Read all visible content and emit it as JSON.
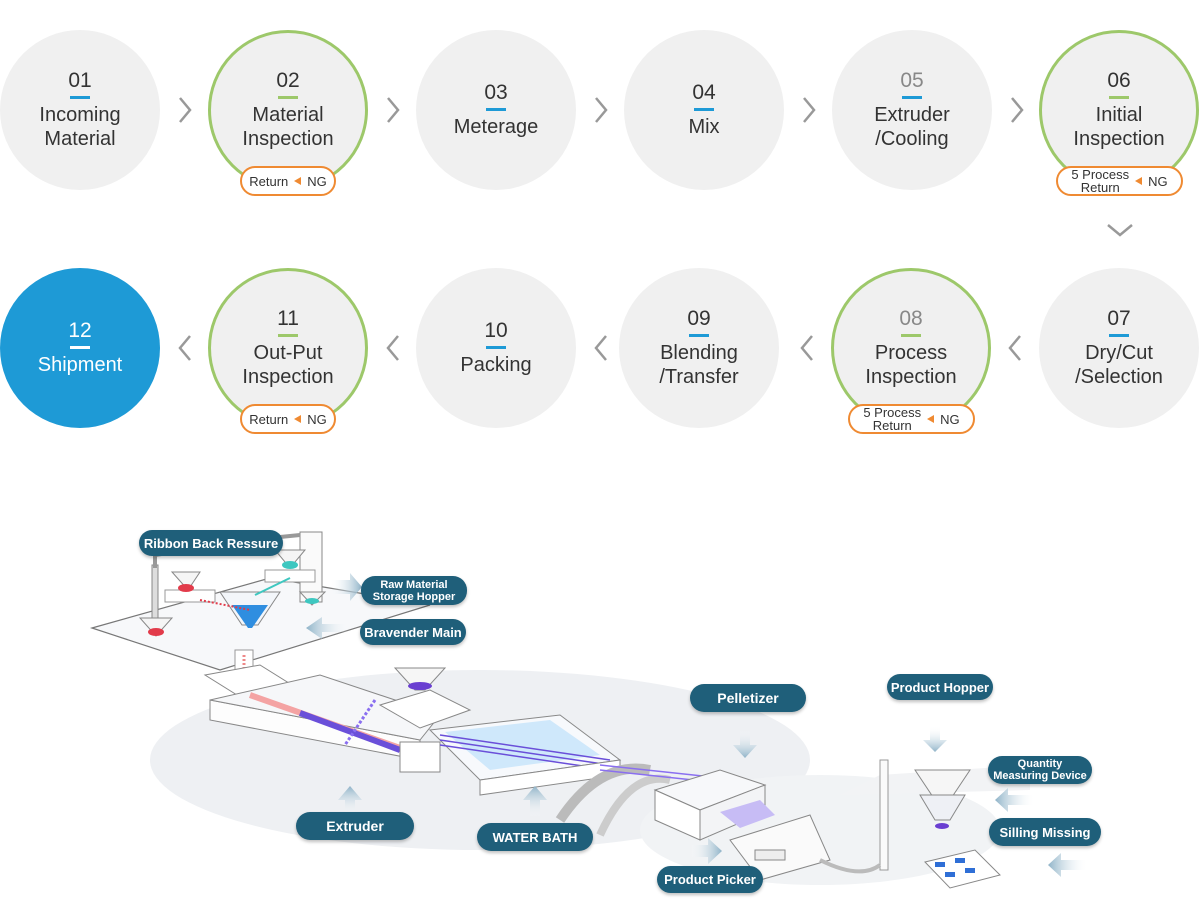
{
  "process": {
    "steps": [
      {
        "num": "01",
        "label": "Incoming\nMaterial"
      },
      {
        "num": "02",
        "label": "Material\nInspection"
      },
      {
        "num": "03",
        "label": "Meterage"
      },
      {
        "num": "04",
        "label": "Mix"
      },
      {
        "num": "05",
        "label": "Extruder\n/Cooling"
      },
      {
        "num": "06",
        "label": "Initial\nInspection"
      },
      {
        "num": "07",
        "label": "Dry/Cut\n/Selection"
      },
      {
        "num": "08",
        "label": "Process\nInspection"
      },
      {
        "num": "09",
        "label": "Blending\n/Transfer"
      },
      {
        "num": "10",
        "label": "Packing"
      },
      {
        "num": "11",
        "label": "Out-Put\nInspection"
      },
      {
        "num": "12",
        "label": "Shipment"
      }
    ],
    "ng_badges": [
      {
        "return": "Return",
        "ng": "NG"
      },
      {
        "return": "5 Process\nReturn",
        "ng": "NG"
      },
      {
        "return": "5 Process\nReturn",
        "ng": "NG"
      },
      {
        "return": "Return",
        "ng": "NG"
      }
    ]
  },
  "diagram": {
    "labels": {
      "ribbon": "Ribbon Back Ressure",
      "raw_material": "Raw Material\nStorage Hopper",
      "bravender": "Bravender Main",
      "pelletizer": "Pelletizer",
      "product_hopper": "Product Hopper",
      "quantity": "Quantity\nMeasuring Device",
      "silling": "Silling Missing",
      "extruder": "Extruder",
      "water_bath": "WATER BATH",
      "product_picker": "Product Picker"
    }
  },
  "colors": {
    "accent_blue": "#1e9ad6",
    "highlight_green": "#9dc86a",
    "ng_orange": "#ef8a32",
    "tag_teal": "#1f5f7a"
  }
}
